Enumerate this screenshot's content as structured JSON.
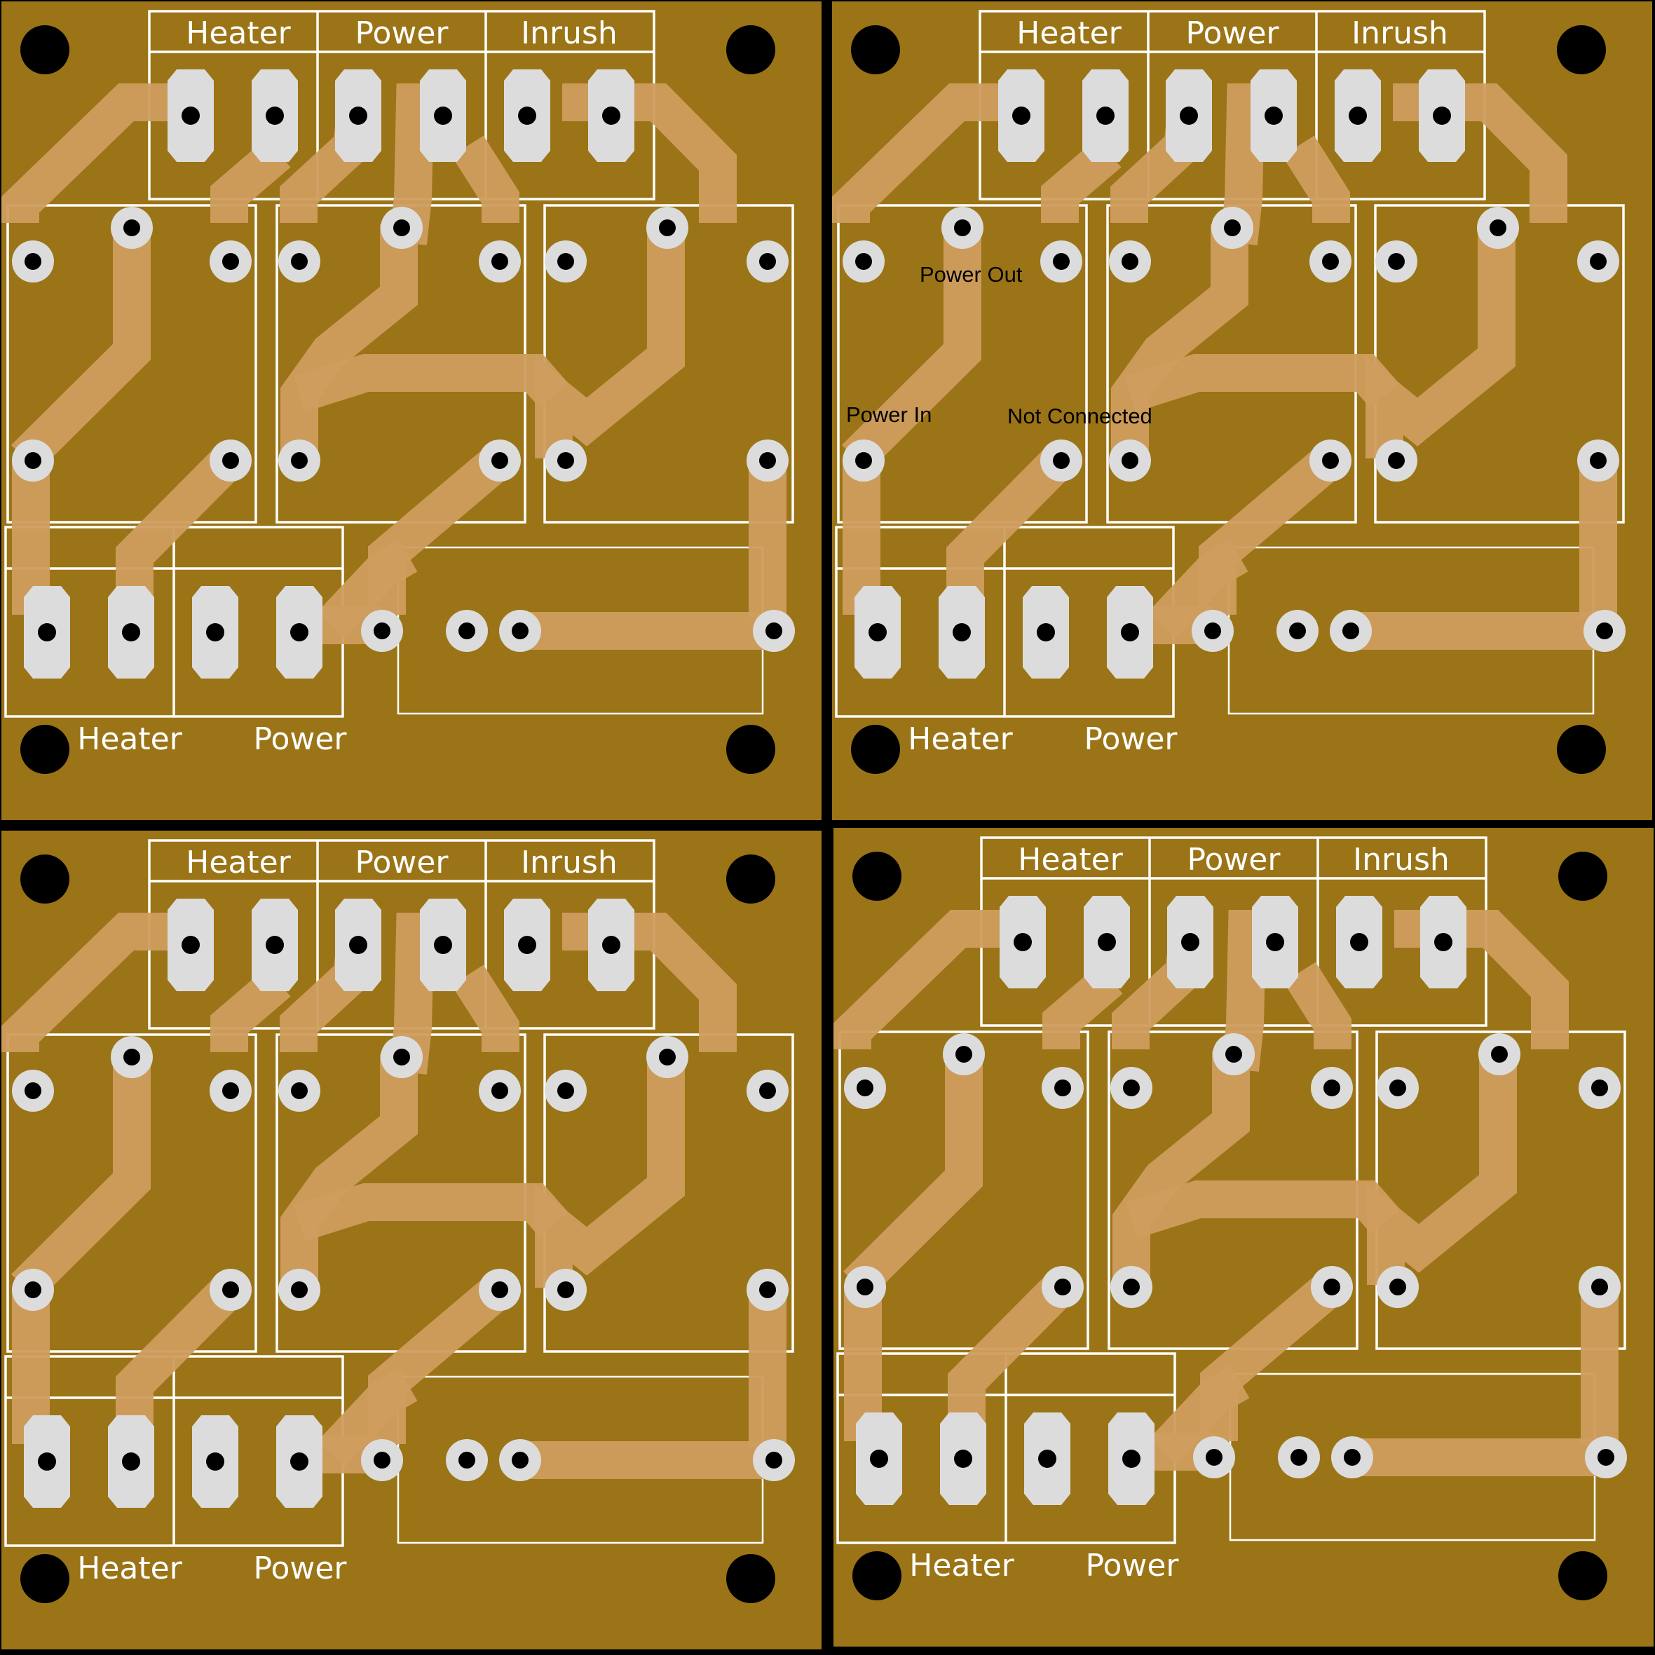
{
  "colors": {
    "substrate": "#9a7416",
    "trace": "#cf9d5e",
    "pad": "#dcdcdc",
    "silkscreen": "#ffffff",
    "drill": "#000000",
    "panel_gap": "#000000"
  },
  "boards": [
    {
      "id": "board-top-left",
      "top_labels": [
        "Heater",
        "Power",
        "Inrush"
      ],
      "bottom_labels": [
        "Heater",
        "Power"
      ],
      "annotations": []
    },
    {
      "id": "board-top-right",
      "top_labels": [
        "Heater",
        "Power",
        "Inrush"
      ],
      "bottom_labels": [
        "Heater",
        "Power"
      ],
      "annotations": [
        "Power Out",
        "Power In",
        "Not Connected"
      ]
    },
    {
      "id": "board-bottom-left",
      "top_labels": [
        "Heater",
        "Power",
        "Inrush"
      ],
      "bottom_labels": [
        "Heater",
        "Power"
      ],
      "annotations": []
    },
    {
      "id": "board-bottom-right",
      "top_labels": [
        "Heater",
        "Power",
        "Inrush"
      ],
      "bottom_labels": [
        "Heater",
        "Power"
      ],
      "annotations": []
    }
  ],
  "icons": {
    "mounting_hole": "mounting-hole-icon",
    "pad": "through-hole-pad-icon",
    "connector_pad": "oval-connector-pad-icon"
  }
}
